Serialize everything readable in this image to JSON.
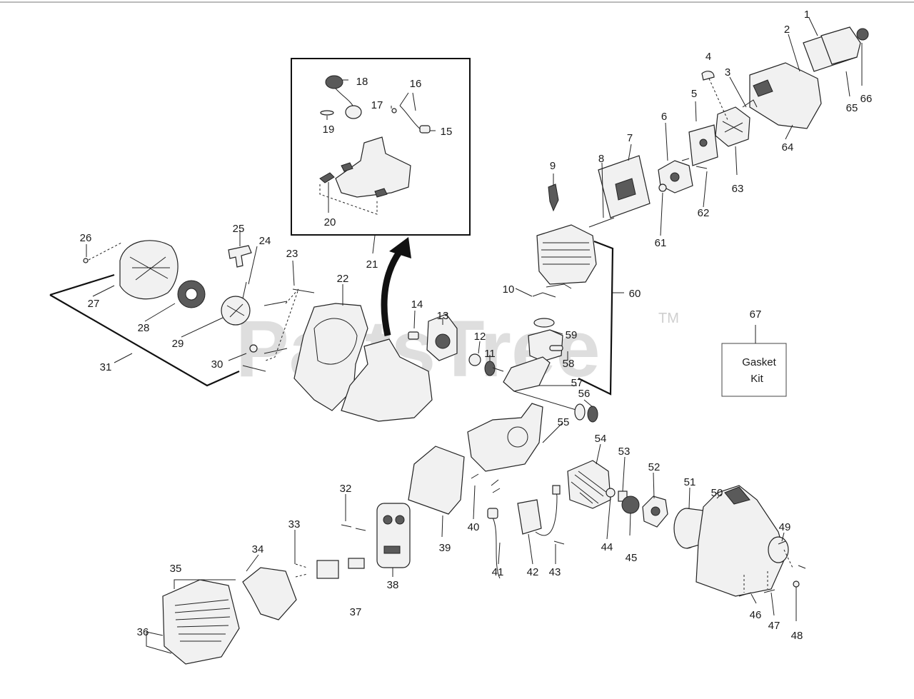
{
  "watermark": {
    "text": "PartsTree",
    "trademark": "TM"
  },
  "gasket_box": {
    "line1": "Gasket",
    "line2": "Kit"
  },
  "callouts": [
    "1",
    "2",
    "3",
    "4",
    "5",
    "6",
    "7",
    "8",
    "9",
    "10",
    "11",
    "12",
    "13",
    "14",
    "15",
    "16",
    "17",
    "18",
    "19",
    "20",
    "21",
    "22",
    "23",
    "24",
    "25",
    "26",
    "27",
    "28",
    "29",
    "30",
    "31",
    "32",
    "33",
    "34",
    "35",
    "36",
    "37",
    "38",
    "39",
    "40",
    "41",
    "42",
    "43",
    "44",
    "45",
    "46",
    "47",
    "48",
    "49",
    "50",
    "51",
    "52",
    "53",
    "54",
    "55",
    "56",
    "57",
    "58",
    "59",
    "60",
    "61",
    "62",
    "63",
    "64",
    "65",
    "66",
    "67"
  ]
}
